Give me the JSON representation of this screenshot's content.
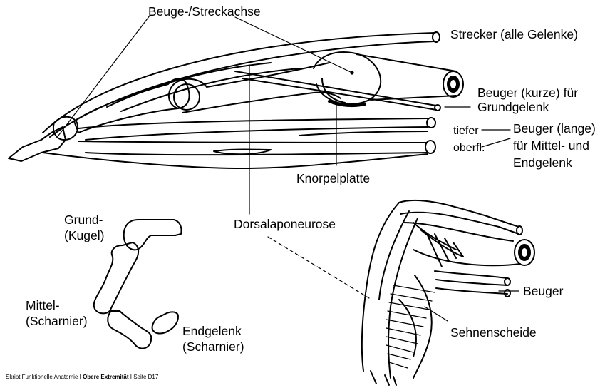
{
  "labels": {
    "axis": "Beuge-/Streckachse",
    "extensor": "Strecker (alle Gelenke)",
    "flexor_short_1": "Beuger (kurze) für",
    "flexor_short_2": "Grundgelenk",
    "deep": "tiefer",
    "superficial": "oberfl.",
    "flexor_long_1": "Beuger (lange)",
    "flexor_long_2": "für Mittel- und",
    "flexor_long_3": "Endgelenk",
    "cartilage": "Knorpelplatte",
    "aponeurosis": "Dorsalaponeurose",
    "base_joint_1": "Grund-",
    "base_joint_2": "(Kugel)",
    "mid_joint_1": "Mittel-",
    "mid_joint_2": "(Scharnier)",
    "end_joint_1": "Endgelenk",
    "end_joint_2": "(Scharnier)",
    "flexor": "Beuger",
    "sheath": "Sehnenscheide"
  },
  "footer": {
    "part1": "Skript Funktionelle Anatomie I ",
    "part2": "Obere Extremität",
    "part3": " I Seite D17"
  }
}
